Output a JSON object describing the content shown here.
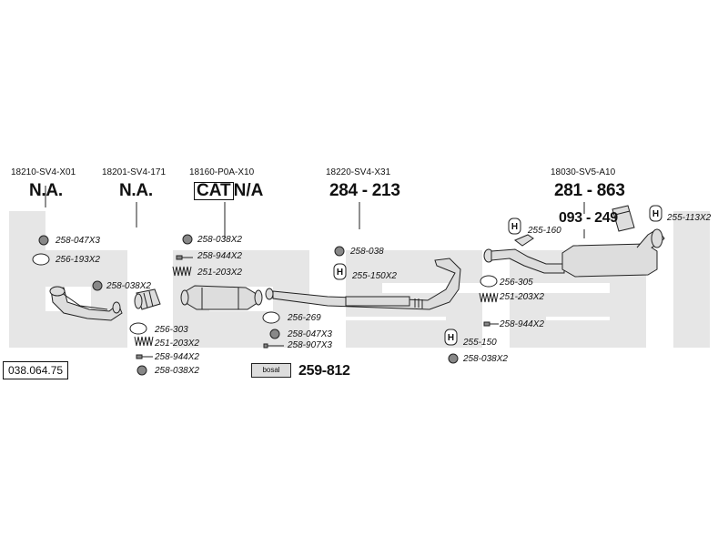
{
  "watermark": {
    "text": "bosal",
    "color": "#e4e4e4"
  },
  "diagram_ref": "038.064.75",
  "oem_numbers": [
    {
      "id": "p1",
      "text": "18210-SV4-X01"
    },
    {
      "id": "p2",
      "text": "18201-SV4-171"
    },
    {
      "id": "p3",
      "text": "18160-P0A-X10"
    },
    {
      "id": "p4",
      "text": "18220-SV4-X31"
    },
    {
      "id": "p5",
      "text": "18030-SV5-A10"
    }
  ],
  "main_parts": {
    "p1": "N.A.",
    "p2": "N.A.",
    "p3_cat": "CAT",
    "p3_na": "N/A",
    "p4": "284 - 213",
    "p5": "281 - 863",
    "p5_sub": "093 - 249"
  },
  "accessories": {
    "a1": "258-047X3",
    "a2": "256-193X2",
    "a3": "258-038X2",
    "a4": "256-303",
    "a5": "251-203X2",
    "a6": "258-944X2",
    "a7": "258-038X2",
    "a8": "258-038X2",
    "a9": "258-944X2",
    "a10": "251-203X2",
    "a11": "256-269",
    "a12": "258-047X3",
    "a13": "258-907X3",
    "a14": "258-038",
    "a15": "255-150X2",
    "a16": "255-160",
    "a17": "255-113X2",
    "a18": "256-305",
    "a19": "251-203X2",
    "a20": "258-944X2",
    "a21": "255-150",
    "a22": "258-038X2"
  },
  "kit": {
    "badge": "bosal",
    "number": "259-812"
  },
  "icons": {
    "hanger": "H"
  }
}
